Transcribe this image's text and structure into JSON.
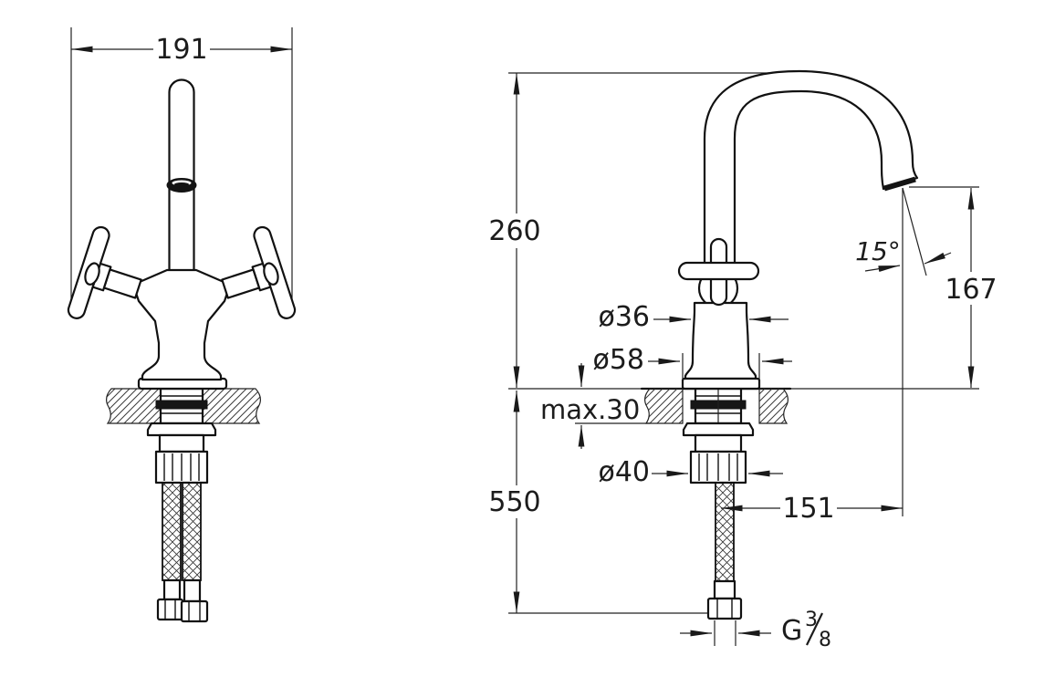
{
  "drawing": {
    "background": "#ffffff",
    "line_color": "#111111",
    "dimension_color": "#222222",
    "subject": "two-handle basin mixer faucet dimension drawing",
    "front_view": {
      "name": "front-view",
      "overall_width": "191"
    },
    "side_view": {
      "name": "side-view",
      "spout_height": "260",
      "overall_height": "550",
      "outlet_height": "167",
      "spout_reach": "151",
      "spout_angle": "15°",
      "body_diameter": "ø36",
      "base_diameter": "ø58",
      "deck_thickness_max": "max.30",
      "shank_nut_diameter": "ø40",
      "thread": {
        "prefix": "G",
        "numerator": "3",
        "denominator": "8"
      }
    }
  }
}
